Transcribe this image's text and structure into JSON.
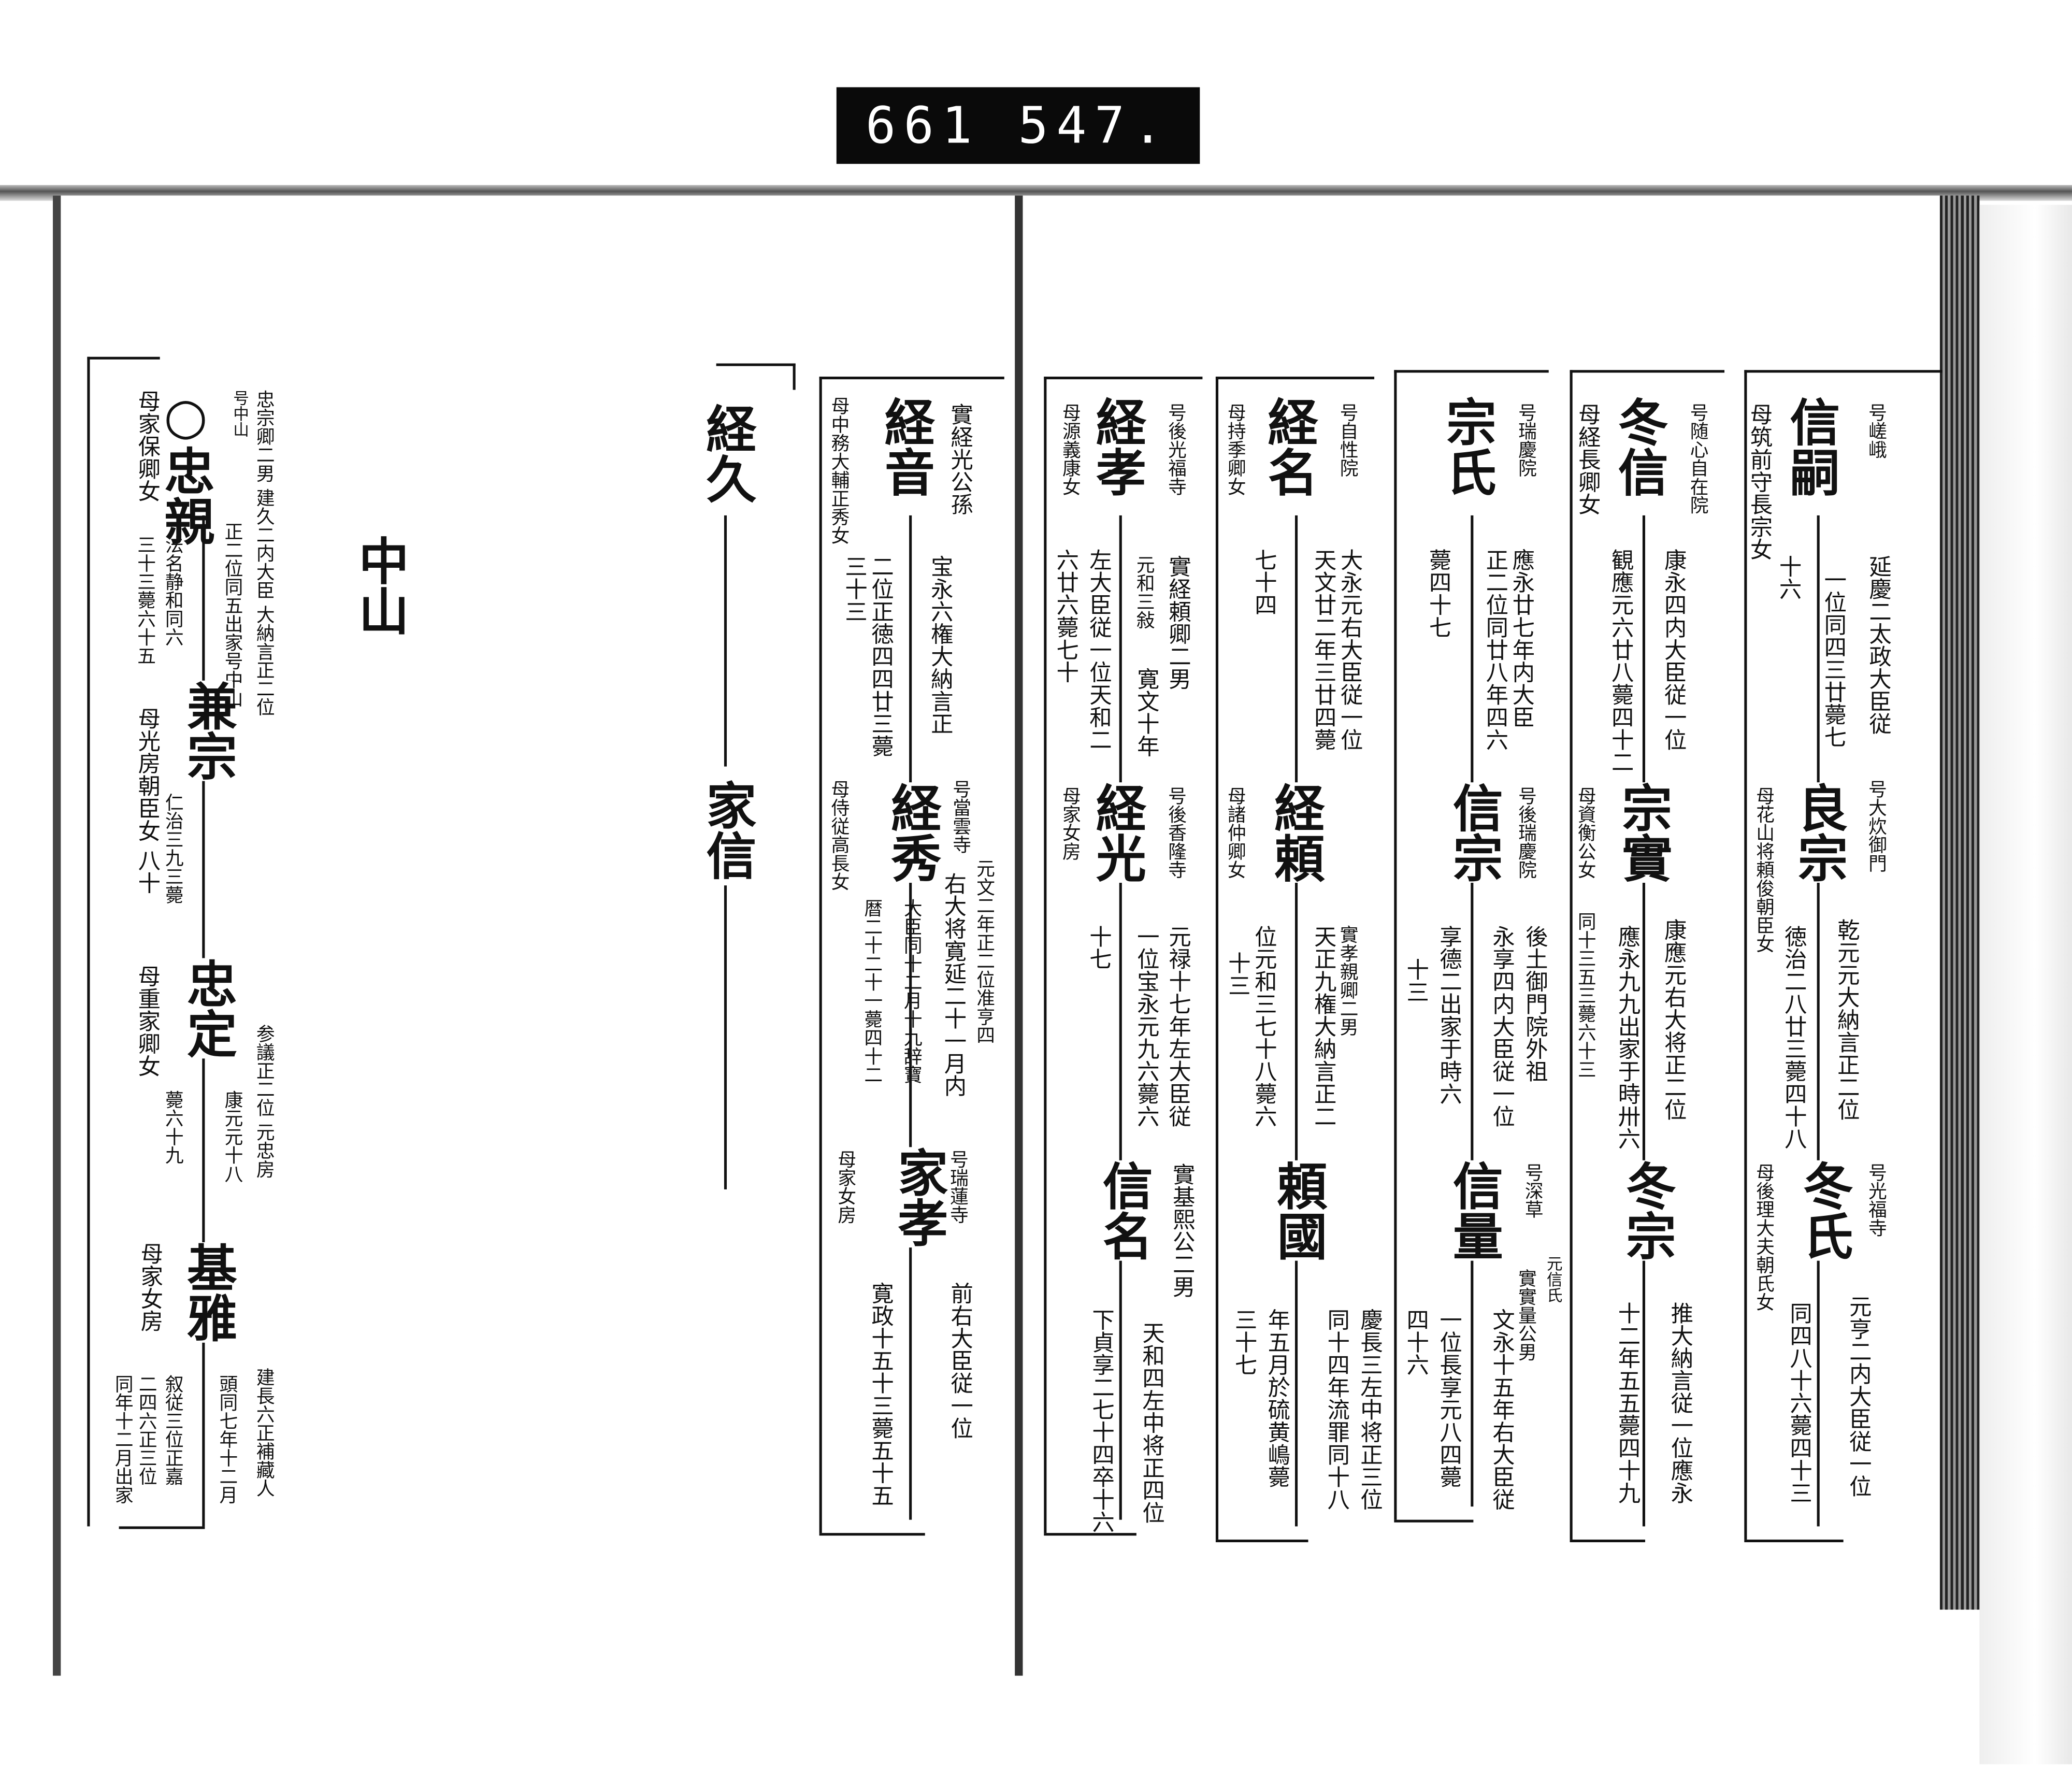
{
  "header": {
    "label": "661 547."
  },
  "left": {
    "title": "中山",
    "a1": "忠宗卿二男 建久二内大臣 大納言正二位",
    "a2": "号中山",
    "a3": "正二位同五出家号中山",
    "n1": "○忠親",
    "a4": "法名静和同六",
    "a5": "三十三薨六十五",
    "a6": "母家保卿女",
    "n2": "兼宗",
    "a7": "仁治三九三薨",
    "a8": "母光房朝臣女 八十",
    "n3": "忠定",
    "a9": "参議正二位 元忠房",
    "a10": "康元元十八",
    "a11": "薨六十九",
    "a12": "母重家卿女",
    "n4": "基雅",
    "a13": "建長六正補藏人",
    "a14": "頭同七年十二月",
    "a15": "叙従三位正嘉",
    "a16": "二四六正三位",
    "a17": "同年十二月出家",
    "a18": "母家女房"
  },
  "right": {
    "box": {
      "n1": "経久",
      "n2": "家信"
    },
    "g1": {
      "a1": "号嵯峨",
      "n1": "信嗣",
      "a2": "延慶二太政大臣従",
      "a3": "一位同四三廿薨七",
      "a4": "十六",
      "a5": "母筑前守長宗女",
      "a6": "号大炊御門",
      "n2": "良宗",
      "a7": "乾元元大納言正二位",
      "a8": "徳治二八廿三薨四十八",
      "a9": "母花山将頼俊朝臣女",
      "a10": "号光福寺",
      "n3": "冬氏",
      "a11": "元亨二内大臣従一位",
      "a12": "同四八十六薨四十三",
      "a13": "母後理大夫朝氏女"
    },
    "g2": {
      "a1": "号随心自在院",
      "n1": "冬信",
      "a2": "康永四内大臣従一位",
      "a3": "観應元六廿八薨四十二",
      "a4": "母経長卿女",
      "n2": "宗實",
      "a5": "康應元右大将正二位",
      "a6": "應永九九出家于時卅六",
      "a7": "同十三五三薨六十三",
      "a8": "母資衡公女",
      "n3": "冬宗",
      "a9": "推大納言従一位應永",
      "a10": "十二年五五薨四十九"
    },
    "g3": {
      "a1": "号瑞慶院",
      "n1": "宗氏",
      "a2": "應永廿七年内大臣",
      "a3": "正二位同廿八年四六",
      "a4": "薨四十七",
      "a5": "号後瑞慶院",
      "n2": "信宗",
      "a6": "後土御門院外祖",
      "a7": "永享四内大臣従一位",
      "a8": "享德二出家于時六",
      "a9": "十三",
      "a10": "号深草",
      "a11": "元信氏",
      "n3": "信量",
      "a12": "實實量公男",
      "a13": "文永十五年右大臣従",
      "a14": "一位長享元八四薨",
      "a15": "四十六"
    },
    "g4": {
      "a1": "号自性院",
      "n1": "経名",
      "a2": "大永元右大臣従一位",
      "a3": "天文廿二年三廿四薨",
      "a4": "七十四",
      "a5": "母持季卿女",
      "n2": "経頼",
      "a6": "實孝親卿二男",
      "a7": "天正九権大納言正二",
      "a8": "位元和三七十八薨六",
      "a9": "十三",
      "a10": "母諸仲卿女",
      "n3": "頼國",
      "a11": "慶長三左中将正三位",
      "a12": "同十四年流罪同十八",
      "a13": "年五月於硫黄嶋薨",
      "a14": "三十七"
    },
    "g5": {
      "a1": "号後光福寺",
      "n1": "経孝",
      "a2": "實経頼卿二男",
      "a3": "元和三敍",
      "a4": "寛文十年",
      "a5": "左大臣従一位天和二",
      "a6": "六廿六薨七十",
      "a7": "母源義康女",
      "a8": "号後香隆寺",
      "n2": "経光",
      "a9": "元禄十七年左大臣従",
      "a10": "一位宝永元九六薨六",
      "a11": "十七",
      "a12": "母家女房",
      "a13": "實基熙公二男",
      "n3": "信名",
      "a14": "天和四左中将正四位",
      "a15": "下貞享二七十四卒十六"
    },
    "g6": {
      "a1": "實経光公孫",
      "n1": "経音",
      "a2": "宝永六権大納言正",
      "a3": "二位正徳四四廿三薨",
      "a4": "三十三",
      "a5": "母中務大輔正秀女",
      "a6": "号當雲寺",
      "n2": "経秀",
      "a7": "元文二年正二位准亨四",
      "a8": "右大将寛延二十一月内",
      "a9": "大臣同十二月十九辞寶",
      "a10": "暦二十二十一薨四十二",
      "a11": "母侍従高長女",
      "a12": "号瑞蓮寺",
      "n3": "家孝",
      "a13": "前右大臣従一位",
      "a14": "寛政十五十三薨五十五",
      "a15": "母家女房"
    }
  }
}
